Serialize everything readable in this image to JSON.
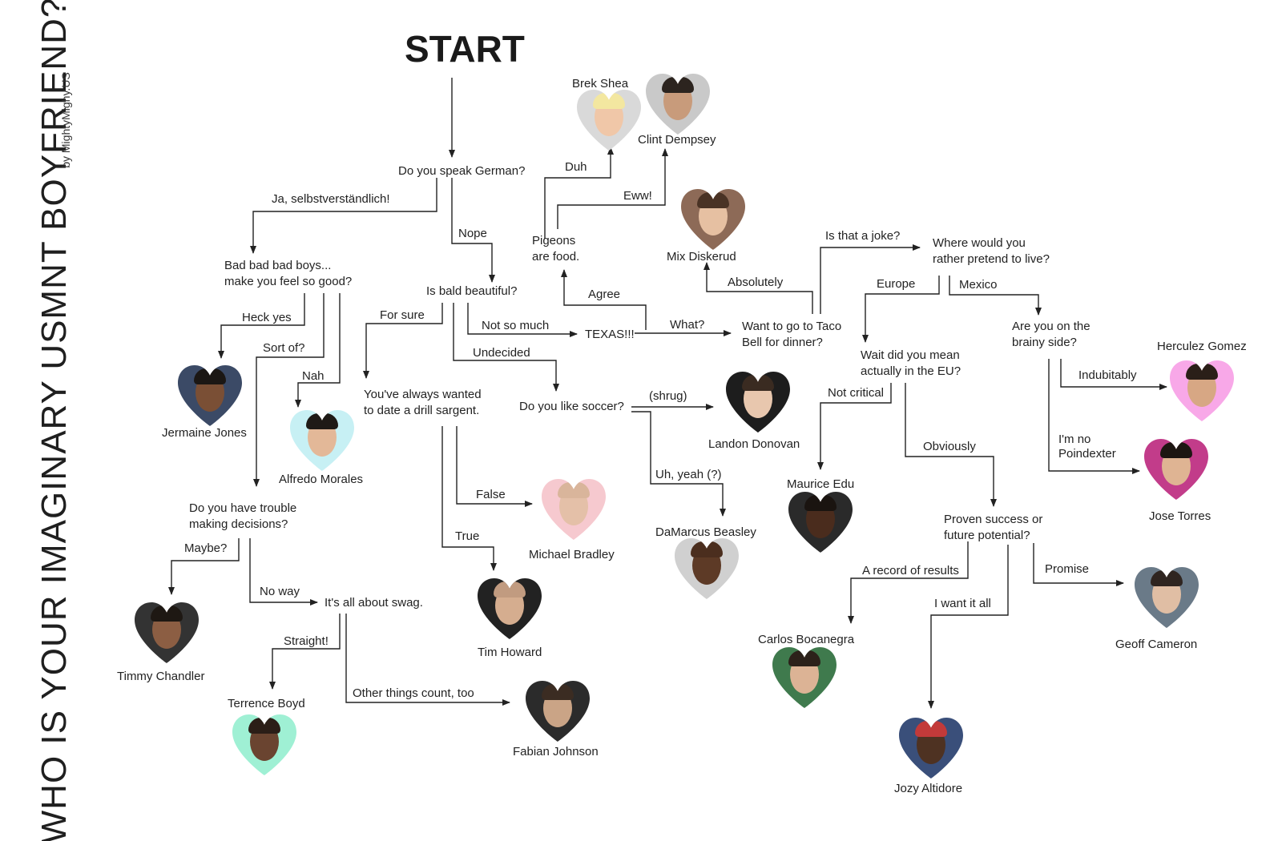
{
  "title": "WHO IS YOUR IMAGINARY USMNT BOYFRIEND?",
  "credit": "by MightyMighy.US",
  "start": "START",
  "colors": {
    "line": "#222222",
    "text": "#222222",
    "background": "#ffffff"
  },
  "questions": {
    "speak_german": "Do you speak German?",
    "bad_boys": "Bad bad bad boys...\nmake you feel so good?",
    "bald_beautiful": "Is bald beautiful?",
    "pigeons": "Pigeons\nare food.",
    "texas": "TEXAS!!!",
    "taco_bell": "Want to go to Taco\nBell for dinner?",
    "where_live": "Where would you\nrather pretend to live?",
    "brainy": "Are you on the\nbrainy side?",
    "eu": "Wait did you mean\nactually in the EU?",
    "drill_sargent": "You've always wanted\nto date a drill sargent.",
    "like_soccer": "Do you like soccer?",
    "trouble_deciding": "Do you have trouble\nmaking decisions?",
    "swag": "It's all about swag.",
    "proven_success": "Proven success or\nfuture potential?"
  },
  "answers": {
    "ja": "Ja, selbstverständlich!",
    "nope": "Nope",
    "heck_yes": "Heck yes",
    "sort_of": "Sort of?",
    "nah": "Nah",
    "for_sure": "For sure",
    "not_so_much": "Not so much",
    "undecided": "Undecided",
    "agree": "Agree",
    "what": "What?",
    "duh": "Duh",
    "eww": "Eww!",
    "absolutely": "Absolutely",
    "is_that_a_joke": "Is that a joke?",
    "europe": "Europe",
    "mexico": "Mexico",
    "indubitably": "Indubitably",
    "im_no_poindexter": "I'm no\nPoindexter",
    "not_critical": "Not critical",
    "obviously": "Obviously",
    "shrug": "(shrug)",
    "uh_yeah": "Uh, yeah (?)",
    "false": "False",
    "true": "True",
    "maybe": "Maybe?",
    "no_way": "No way",
    "straight": "Straight!",
    "other_things": "Other things count, too",
    "record": "A record of results",
    "want_it_all": "I want it all",
    "promise": "Promise"
  },
  "players": {
    "brek_shea": "Brek Shea",
    "clint_dempsey": "Clint Dempsey",
    "mix_diskerud": "Mix Diskerud",
    "jermaine_jones": "Jermaine Jones",
    "alfredo_morales": "Alfredo Morales",
    "landon_donovan": "Landon Donovan",
    "michael_bradley": "Michael Bradley",
    "tim_howard": "Tim Howard",
    "damarcus_beasley": "DaMarcus Beasley",
    "maurice_edu": "Maurice Edu",
    "herculez_gomez": "Herculez Gomez",
    "jose_torres": "Jose Torres",
    "timmy_chandler": "Timmy Chandler",
    "terrence_boyd": "Terrence Boyd",
    "fabian_johnson": "Fabian Johnson",
    "carlos_bocanegra": "Carlos Bocanegra",
    "geoff_cameron": "Geoff Cameron",
    "jozy_altidore": "Jozy Altidore"
  }
}
